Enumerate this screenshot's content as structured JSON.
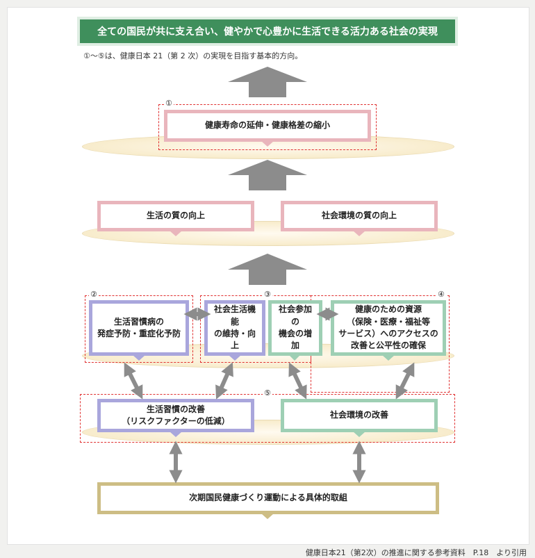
{
  "title": "全ての国民が共に支え合い、健やかで心豊かに生活できる活力ある社会の実現",
  "note": "①～⑤は、健康日本 21（第 2 次）の実現を目指す基本的方向。",
  "markers": {
    "m1": "①",
    "m2": "②",
    "m3": "③",
    "m4": "④",
    "m5": "⑤"
  },
  "goal": "健康寿命の延伸・健康格差の縮小",
  "quality": {
    "life": "生活の質の向上",
    "env": "社会環境の質の向上"
  },
  "prevention": [
    "生活習慣病の",
    "発症予防・重症化予防"
  ],
  "function": [
    "社会生活機能",
    "の維持・向上"
  ],
  "participation": [
    "社会参加の",
    "機会の増加"
  ],
  "access": [
    "健康のための資源",
    "（保険・医療・福祉等",
    "サービス）へのアクセスの",
    "改善と公平性の確保"
  ],
  "lifestyle": [
    "生活習慣の改善",
    "（リスクファクターの低減）"
  ],
  "env_improve": "社会環境の改善",
  "action": "次期国民健康づくり運動による具体的取組",
  "footer": "健康日本21（第2次）の推進に関する参考資料　P.18　より引用",
  "colors": {
    "title": "#3f8f5c",
    "pink": "#e9b5bc",
    "purple": "#a9a6dc",
    "green": "#9ecfb4",
    "gold": "#cdbd84",
    "dashed": "#e03030",
    "arrow": "#8c8c8c"
  }
}
